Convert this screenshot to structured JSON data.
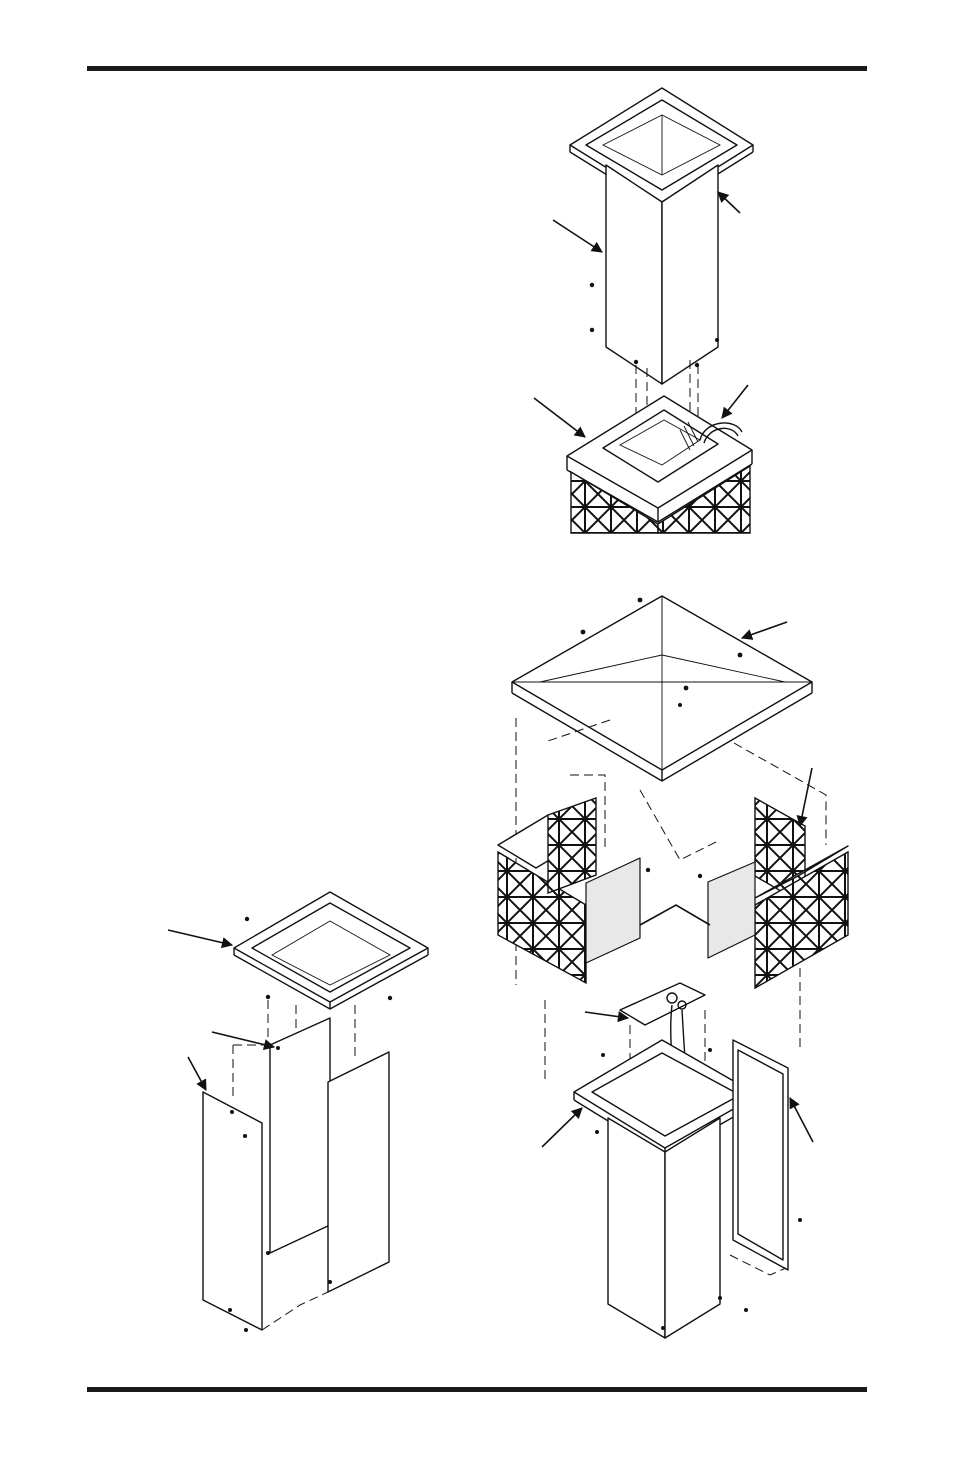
{
  "page": {
    "header_rule": "",
    "footer_rule": ""
  },
  "figures": [
    {
      "id": "figure-top",
      "caption": ""
    },
    {
      "id": "figure-left",
      "caption": ""
    },
    {
      "id": "figure-right",
      "caption": ""
    }
  ]
}
